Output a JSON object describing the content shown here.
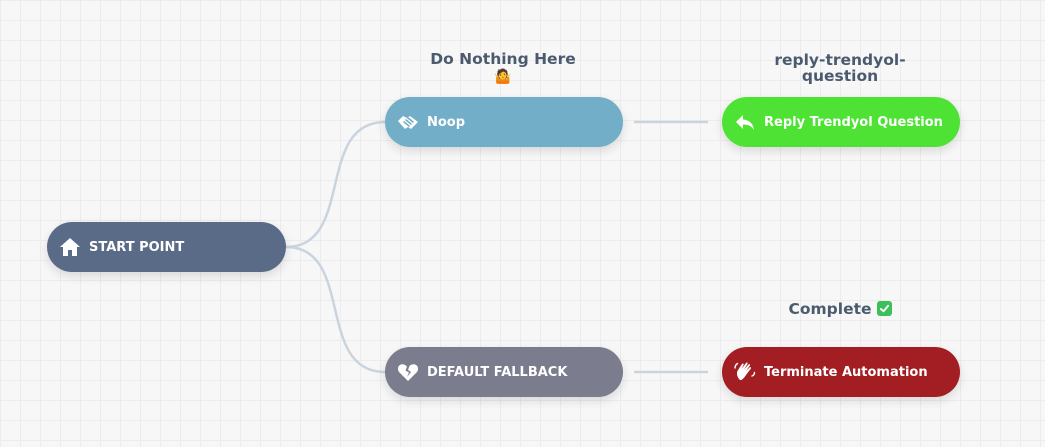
{
  "diagram": {
    "nodes": {
      "start": {
        "label": "START POINT",
        "icon": "home-icon",
        "color": "#5a6b87"
      },
      "noop": {
        "label": "Noop",
        "icon": "handshake-icon",
        "color": "#72aec8"
      },
      "fallback": {
        "label": "DEFAULT FALLBACK",
        "icon": "broken-heart-icon",
        "color": "#7b7c8e"
      },
      "reply": {
        "label": "Reply Trendyol Question",
        "icon": "reply-arrow-icon",
        "color": "#4ee334"
      },
      "terminate": {
        "label": "Terminate Automation",
        "icon": "waving-hand-icon",
        "color": "#a21e22"
      }
    },
    "captions": {
      "noop": {
        "text": "Do Nothing Here",
        "emoji": "🤷"
      },
      "reply": {
        "line1": "reply-trendyol-",
        "line2": "question"
      },
      "terminate": {
        "text": "Complete",
        "emoji": "check-mark-icon"
      }
    },
    "connector_color": "#c9d4df"
  }
}
